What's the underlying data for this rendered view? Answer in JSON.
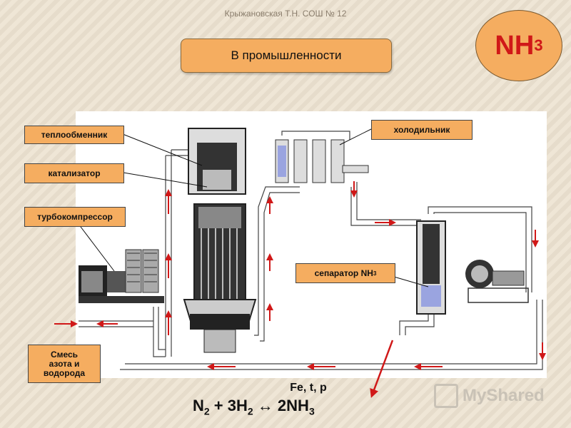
{
  "header": {
    "author": "Крыжановская Т.Н. СОШ № 12",
    "title": "В промышленности"
  },
  "badge": {
    "main": "NH",
    "sub": "3"
  },
  "labels": {
    "heat_exchanger": "теплообменник",
    "catalyst": "катализатор",
    "turbocompressor": "турбокомпрессор",
    "cooler": "холодильник",
    "separator_main": "сепаратор NH",
    "separator_sub": "3",
    "mixture_line1": "Смесь",
    "mixture_line2": "азота и",
    "mixture_line3": "водорода"
  },
  "formula": {
    "conditions": "Fe, t, p",
    "n": "N",
    "n_sub": "2",
    "plus_h": " + 3H",
    "h_sub": "2",
    "arrow": " ↔ ",
    "product": "2NH",
    "product_sub": "3"
  },
  "watermark": {
    "text": "MyShared"
  },
  "colors": {
    "accent": "#f5ad60",
    "arrow_red": "#d01818",
    "badge_text": "#d01818"
  }
}
